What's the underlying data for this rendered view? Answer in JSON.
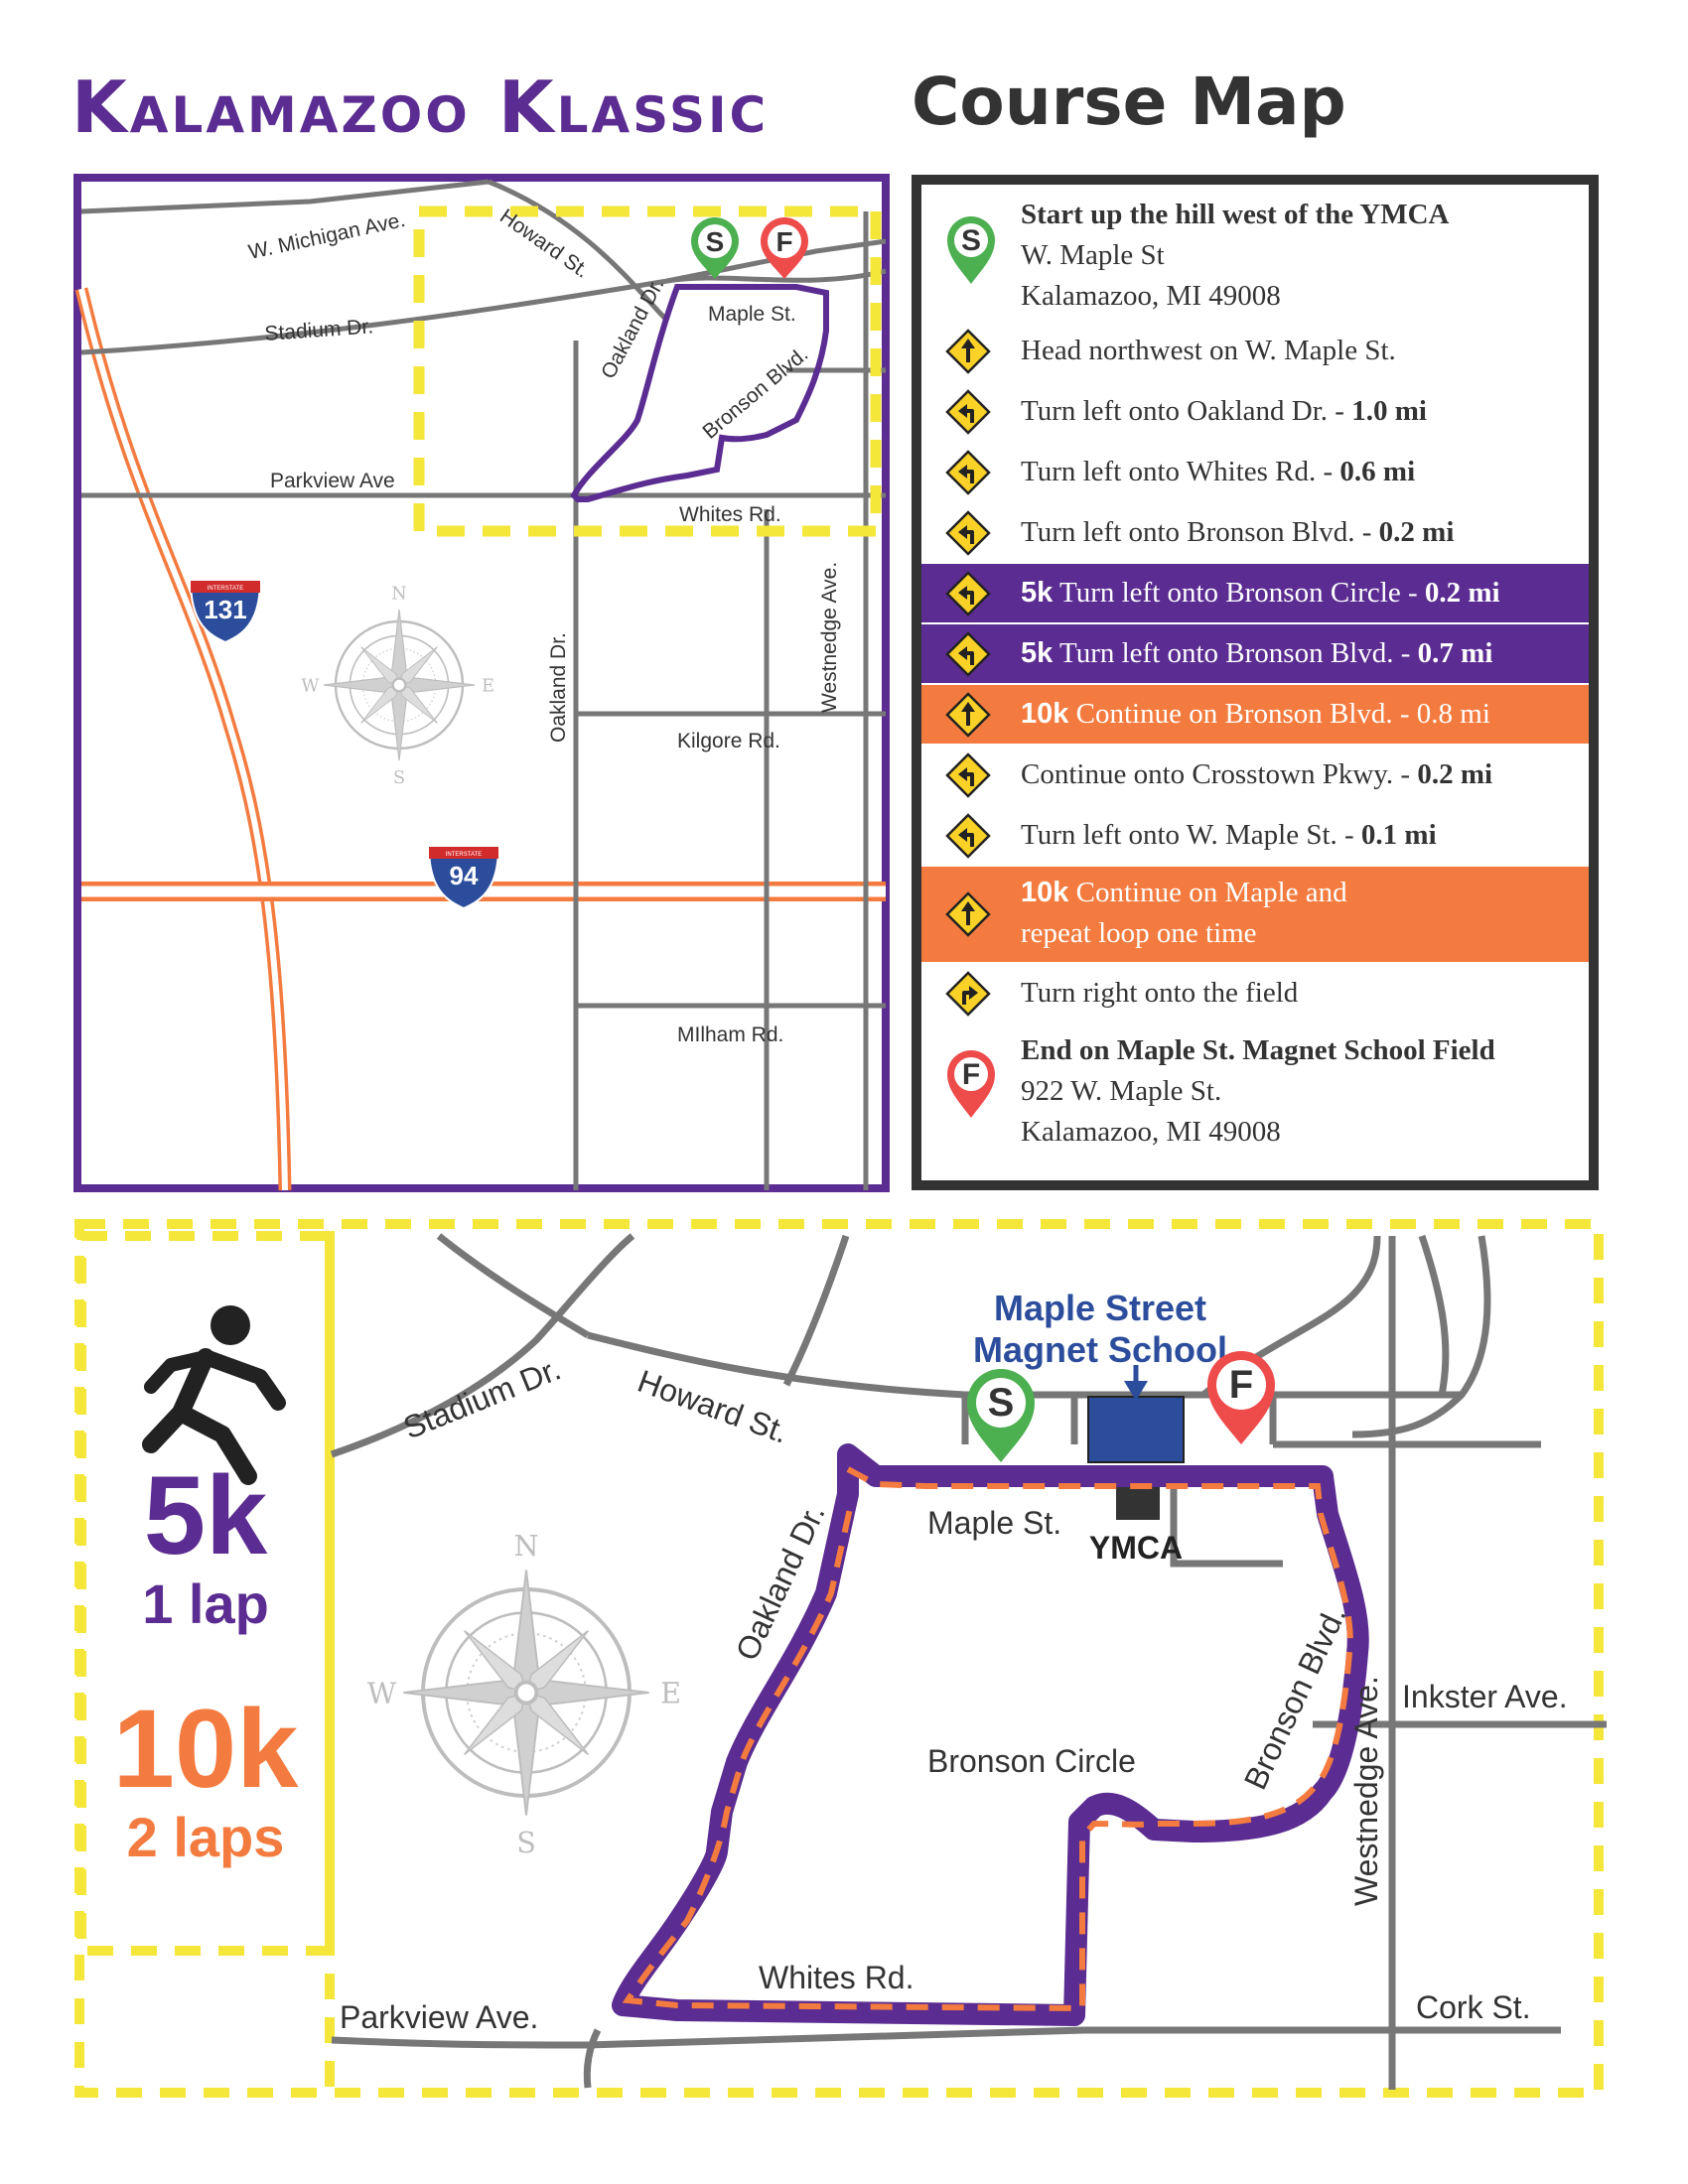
{
  "header": {
    "title_left": "Kalamazoo Klassic",
    "title_right": "Course Map"
  },
  "colors": {
    "purple": "#5b2c91",
    "orange": "#f47b3f",
    "yellow": "#f5e63a",
    "road": "#777777",
    "dark": "#333333",
    "green": "#4caf50",
    "red": "#ee4b4b",
    "school_blue": "#2b4d9c"
  },
  "overview": {
    "roads": {
      "w_michigan": "W. Michigan Ave.",
      "howard": "Howard St.",
      "stadium": "Stadium Dr.",
      "oakland_n": "Oakland Dr.",
      "maple": "Maple St.",
      "bronson": "Bronson Blvd.",
      "parkview": "Parkview Ave",
      "whites": "Whites Rd.",
      "westnedge": "Westnedge Ave.",
      "oakland_s": "Oakland Dr.",
      "kilgore": "Kilgore Rd.",
      "milham": "MIlham Rd."
    },
    "shield_131": {
      "top": "INTERSTATE",
      "number": "131"
    },
    "shield_94": {
      "top": "INTERSTATE",
      "number": "94"
    },
    "compass": {
      "n": "N",
      "s": "S",
      "e": "E",
      "w": "W"
    },
    "markers": {
      "start": "S",
      "finish": "F"
    }
  },
  "directions": {
    "start": {
      "letter": "S",
      "title": "Start up the hill west of the YMCA",
      "line2": "W. Maple St",
      "line3": "Kalamazoo, MI 49008"
    },
    "steps": [
      {
        "icon": "arrow-up-sign-icon",
        "text": "Head northwest on W. Maple St.",
        "dist": "",
        "tag": "",
        "style": "plain"
      },
      {
        "icon": "turn-left-sign-icon",
        "text": "Turn left onto Oakland Dr. - ",
        "dist": "1.0 mi",
        "tag": "",
        "style": "plain"
      },
      {
        "icon": "turn-left-sign-icon",
        "text": "Turn left onto Whites Rd. - ",
        "dist": "0.6 mi",
        "tag": "",
        "style": "plain"
      },
      {
        "icon": "turn-left-sign-icon",
        "text": "Turn left onto Bronson Blvd. - ",
        "dist": "0.2 mi",
        "tag": "",
        "style": "plain"
      },
      {
        "icon": "turn-left-sign-icon",
        "text": "Turn left onto Bronson Circle - ",
        "dist": "0.2 mi",
        "tag": "5k",
        "style": "purple"
      },
      {
        "icon": "turn-left-sign-icon",
        "text": "Turn left onto Bronson Blvd. - ",
        "dist": "0.7 mi",
        "tag": "5k",
        "style": "purple"
      },
      {
        "icon": "arrow-up-sign-icon",
        "text": "Continue on Bronson Blvd. - 0.8 mi",
        "dist": "",
        "tag": "10k",
        "style": "orange"
      },
      {
        "icon": "turn-left-sign-icon",
        "text": "Continue onto Crosstown Pkwy. - ",
        "dist": "0.2 mi",
        "tag": "",
        "style": "plain"
      },
      {
        "icon": "turn-left-sign-icon",
        "text": "Turn left onto W. Maple St. - ",
        "dist": "0.1 mi",
        "tag": "",
        "style": "plain"
      },
      {
        "icon": "arrow-up-sign-icon",
        "text": "Continue on Maple and",
        "line2": "repeat loop one time",
        "dist": "",
        "tag": "10k",
        "style": "orange-tall"
      },
      {
        "icon": "turn-right-sign-icon",
        "text": "Turn right onto the field",
        "dist": "",
        "tag": "",
        "style": "plain"
      }
    ],
    "end": {
      "letter": "F",
      "title": "End on Maple St. Magnet School Field",
      "line2": "922 W. Maple St.",
      "line3": "Kalamazoo, MI 49008"
    }
  },
  "detail": {
    "legend": {
      "k5": "5k",
      "k5_laps": "1 lap",
      "k10": "10k",
      "k10_laps": "2 laps"
    },
    "school": {
      "line1": "Maple Street",
      "line2": "Magnet School"
    },
    "ymca": "YMCA",
    "roads": {
      "stadium": "Stadium Dr.",
      "howard": "Howard St.",
      "maple": "Maple St.",
      "oakland": "Oakland Dr.",
      "bronson": "Bronson Blvd.",
      "bronson_circle": "Bronson Circle",
      "westnedge": "Westnedge Ave.",
      "inkster": "Inkster Ave.",
      "whites": "Whites Rd.",
      "parkview": "Parkview Ave.",
      "cork": "Cork St."
    },
    "compass": {
      "n": "N",
      "s": "S",
      "e": "E",
      "w": "W"
    },
    "markers": {
      "start": "S",
      "finish": "F"
    }
  }
}
